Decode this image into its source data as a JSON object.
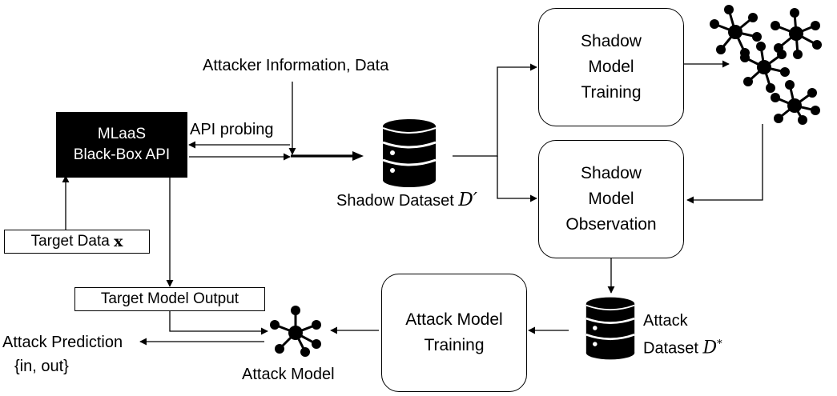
{
  "blackbox": {
    "line1": "MLaaS",
    "line2": "Black-Box API"
  },
  "labels": {
    "attacker_info": "Attacker Information, Data",
    "api_probing": "API probing",
    "shadow_dataset_text": "Shadow Dataset",
    "shadow_dataset_symbol": "D′",
    "attack_dataset_line1": "Attack",
    "attack_dataset_line2": "Dataset",
    "attack_dataset_symbol": "D",
    "attack_dataset_sup": "*",
    "attack_model": "Attack Model",
    "attack_prediction_line1": "Attack Prediction",
    "attack_prediction_line2": "{in, out}"
  },
  "boxes": {
    "target_data_text": "Target Data",
    "target_data_symbol": "x",
    "target_output": "Target Model Output",
    "shadow_training": [
      "Shadow",
      "Model",
      "Training"
    ],
    "shadow_observation": [
      "Shadow",
      "Model",
      "Observation"
    ],
    "attack_training": [
      "Attack Model",
      "Training"
    ]
  },
  "icons": [
    "database-icon",
    "network-model-icon"
  ]
}
